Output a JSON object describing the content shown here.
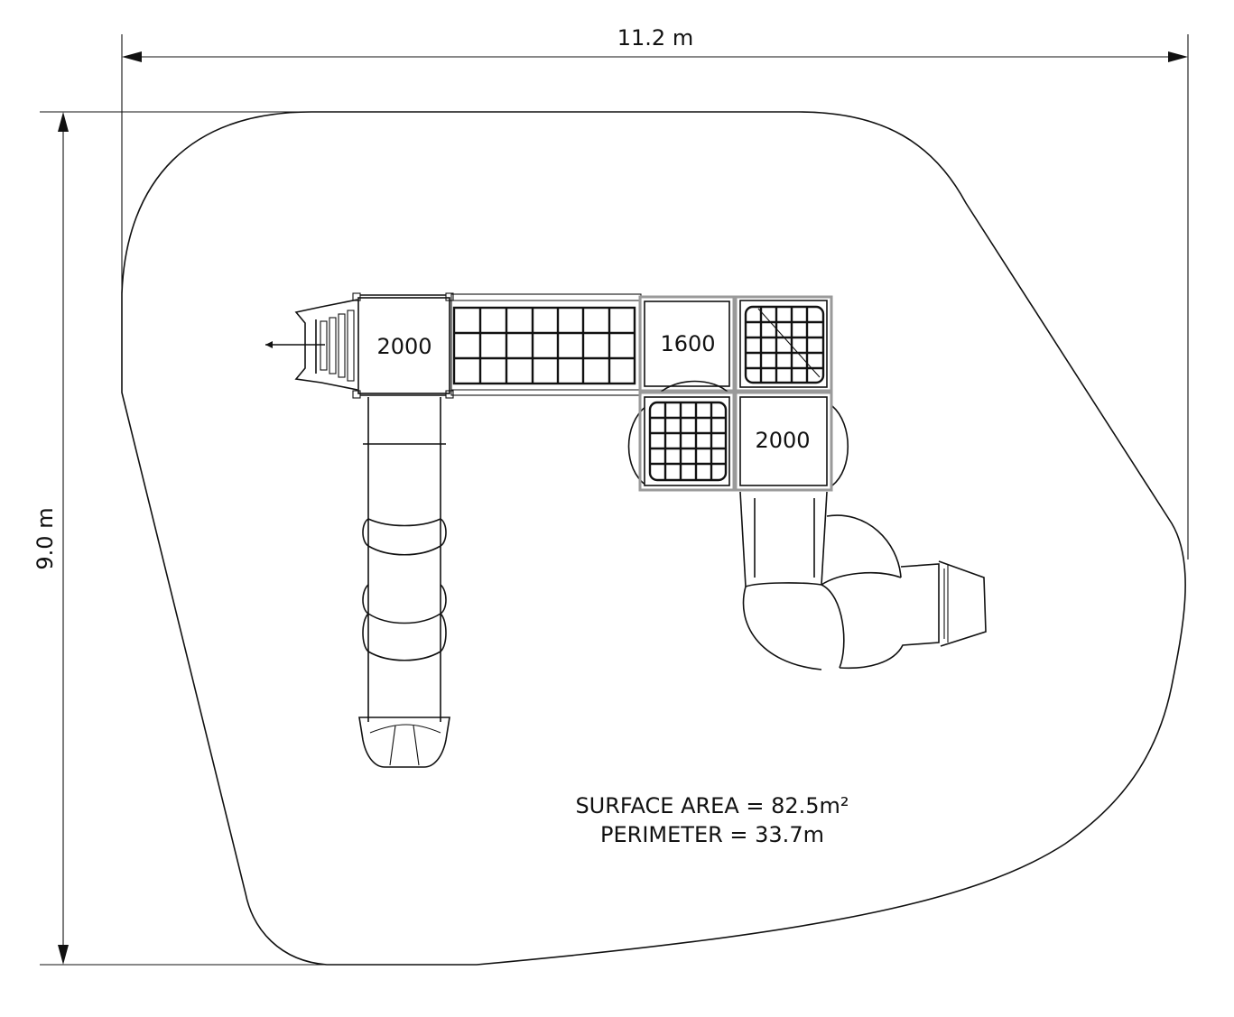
{
  "dimensions": {
    "width_label": "11.2 m",
    "height_label": "9.0 m"
  },
  "platforms": [
    {
      "id": "left",
      "label": "2000"
    },
    {
      "id": "middle",
      "label": "1600"
    },
    {
      "id": "right",
      "label": "2000"
    }
  ],
  "info": {
    "surface_area": "SURFACE AREA = 82.5m²",
    "perimeter": "PERIMETER = 33.7m"
  }
}
